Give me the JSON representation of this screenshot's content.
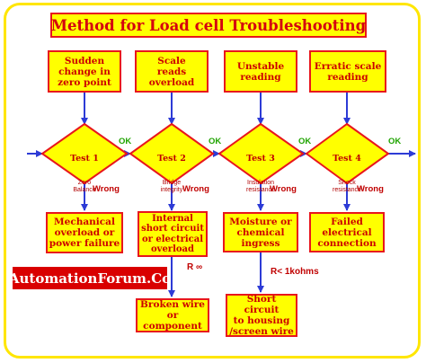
{
  "title": "Method for Load cell Troubleshooting",
  "symptoms": [
    "Sudden\nchange in\nzero point",
    "Scale\nreads\noverload",
    "Unstable\nreading",
    "Erratic scale\nreading"
  ],
  "tests": [
    {
      "name": "Test 1",
      "desc": "Zero\nBalance"
    },
    {
      "name": "Test 2",
      "desc": "Bridge\nintegrity"
    },
    {
      "name": "Test 3",
      "desc": "Insulation\nresistance"
    },
    {
      "name": "Test 4",
      "desc": "Shock\nresistance"
    }
  ],
  "ok_label": "OK",
  "wrong_label": "Wrong",
  "faults": [
    "Mechanical\noverload or\npower failure",
    "Internal\nshort circuit\nor electrical\noverload",
    "Moisture or\nchemical\ningress",
    "Failed\nelectrical\nconnection"
  ],
  "sub_faults": [
    "Broken wire\nor component",
    "Short circuit\nto housing\n/screen wire"
  ],
  "notes": {
    "r_infinity": "R  ∞",
    "r_low": "R< 1kohms"
  },
  "brand": "AutomationForum.Co",
  "colors": {
    "box_fill": "#ffff00",
    "box_border": "#e8161c",
    "text_red": "#cc0000",
    "arrow_blue": "#2d3bd6",
    "ok_green": "#1fa400",
    "frame_yellow": "#ffe600",
    "brand_bg": "#d90000"
  }
}
